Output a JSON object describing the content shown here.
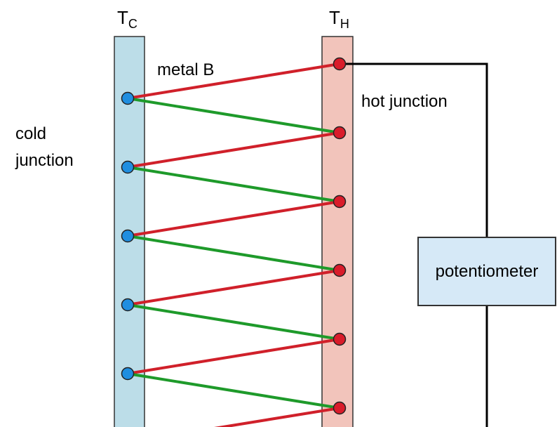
{
  "labels": {
    "cold_temp_main": "T",
    "cold_temp_sub": "C",
    "hot_temp_main": "T",
    "hot_temp_sub": "H",
    "metal_b": "metal B",
    "hot_junction": "hot junction",
    "cold_junction_line1": "cold",
    "cold_junction_line2": "junction",
    "potentiometer": "potentiometer"
  },
  "colors": {
    "cold_bar": "#bcdde8",
    "hot_bar": "#f2c4bb",
    "metal_b_wire": "#d0202a",
    "metal_a_wire": "#1e9a2a",
    "cold_junction_dot": "#1f8ee0",
    "hot_junction_dot": "#d91c2a",
    "potentiometer_box": "#d6e9f7",
    "lead_wire": "#000000"
  },
  "counts": {
    "cold_junctions": 5,
    "hot_junctions": 6
  }
}
